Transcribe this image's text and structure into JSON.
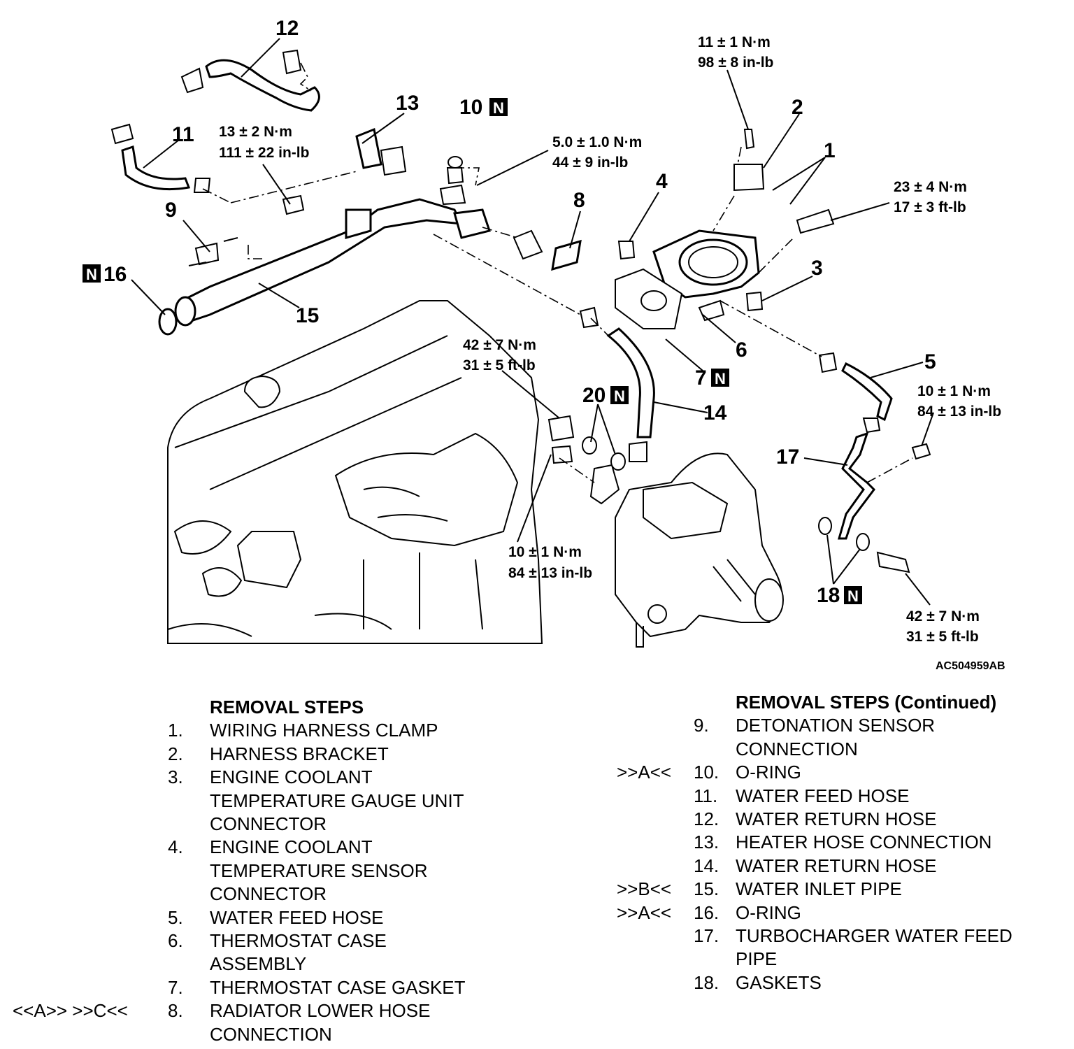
{
  "diagram": {
    "code": "AC504959AB",
    "badge_letter": "N",
    "callouts": {
      "c1": "1",
      "c2": "2",
      "c3": "3",
      "c4": "4",
      "c5": "5",
      "c6": "6",
      "c7": "7",
      "c8": "8",
      "c9": "9",
      "c10": "10",
      "c11": "11",
      "c12": "12",
      "c13": "13",
      "c14": "14",
      "c15": "15",
      "c16": "16",
      "c17": "17",
      "c18": "18",
      "c20": "20"
    },
    "torques": {
      "t1_nm": "11 ± 1 N·m",
      "t1_lb": "98 ± 8 in-lb",
      "t2_nm": "23 ± 4 N·m",
      "t2_lb": "17 ± 3 ft-lb",
      "t3_nm": "5.0 ± 1.0 N·m",
      "t3_lb": "44 ± 9 in-lb",
      "t4_nm": "13 ± 2 N·m",
      "t4_lb": "111 ± 22 in-lb",
      "t5_nm": "42 ± 7 N·m",
      "t5_lb": "31 ± 5 ft-lb",
      "t6_nm": "10 ± 1 N·m",
      "t6_lb": "84 ± 13 in-lb",
      "t7_nm": "10 ± 1 N·m",
      "t7_lb": "84 ± 13 in-lb",
      "t8_nm": "42 ± 7 N·m",
      "t8_lb": "31 ± 5 ft-lb"
    }
  },
  "steps_left": {
    "heading": "REMOVAL STEPS",
    "items": [
      {
        "num": "1.",
        "text": "WIRING HARNESS CLAMP",
        "ref": ""
      },
      {
        "num": "2.",
        "text": "HARNESS BRACKET",
        "ref": ""
      },
      {
        "num": "3.",
        "text": "ENGINE COOLANT\nTEMPERATURE GAUGE UNIT\nCONNECTOR",
        "ref": ""
      },
      {
        "num": "4.",
        "text": "ENGINE COOLANT\nTEMPERATURE SENSOR\nCONNECTOR",
        "ref": ""
      },
      {
        "num": "5.",
        "text": "WATER FEED HOSE",
        "ref": ""
      },
      {
        "num": "6.",
        "text": "THERMOSTAT CASE\nASSEMBLY",
        "ref": ""
      },
      {
        "num": "7.",
        "text": "THERMOSTAT CASE GASKET",
        "ref": ""
      },
      {
        "num": "8.",
        "text": "RADIATOR LOWER HOSE\nCONNECTION",
        "ref": "<<A>>    >>C<<"
      }
    ]
  },
  "steps_right": {
    "heading": "REMOVAL STEPS (Continued)",
    "items": [
      {
        "num": "9.",
        "text": "DETONATION SENSOR\nCONNECTION",
        "ref": ""
      },
      {
        "num": "10.",
        "text": "O-RING",
        "ref": ">>A<<"
      },
      {
        "num": "11.",
        "text": "WATER FEED HOSE",
        "ref": ""
      },
      {
        "num": "12.",
        "text": "WATER RETURN HOSE",
        "ref": ""
      },
      {
        "num": "13.",
        "text": "HEATER HOSE CONNECTION",
        "ref": ""
      },
      {
        "num": "14.",
        "text": "WATER RETURN HOSE",
        "ref": ""
      },
      {
        "num": "15.",
        "text": "WATER INLET PIPE",
        "ref": ">>B<<"
      },
      {
        "num": "16.",
        "text": "O-RING",
        "ref": ">>A<<"
      },
      {
        "num": "17.",
        "text": "TURBOCHARGER WATER FEED\nPIPE",
        "ref": ""
      },
      {
        "num": "18.",
        "text": "GASKETS",
        "ref": ""
      }
    ]
  }
}
